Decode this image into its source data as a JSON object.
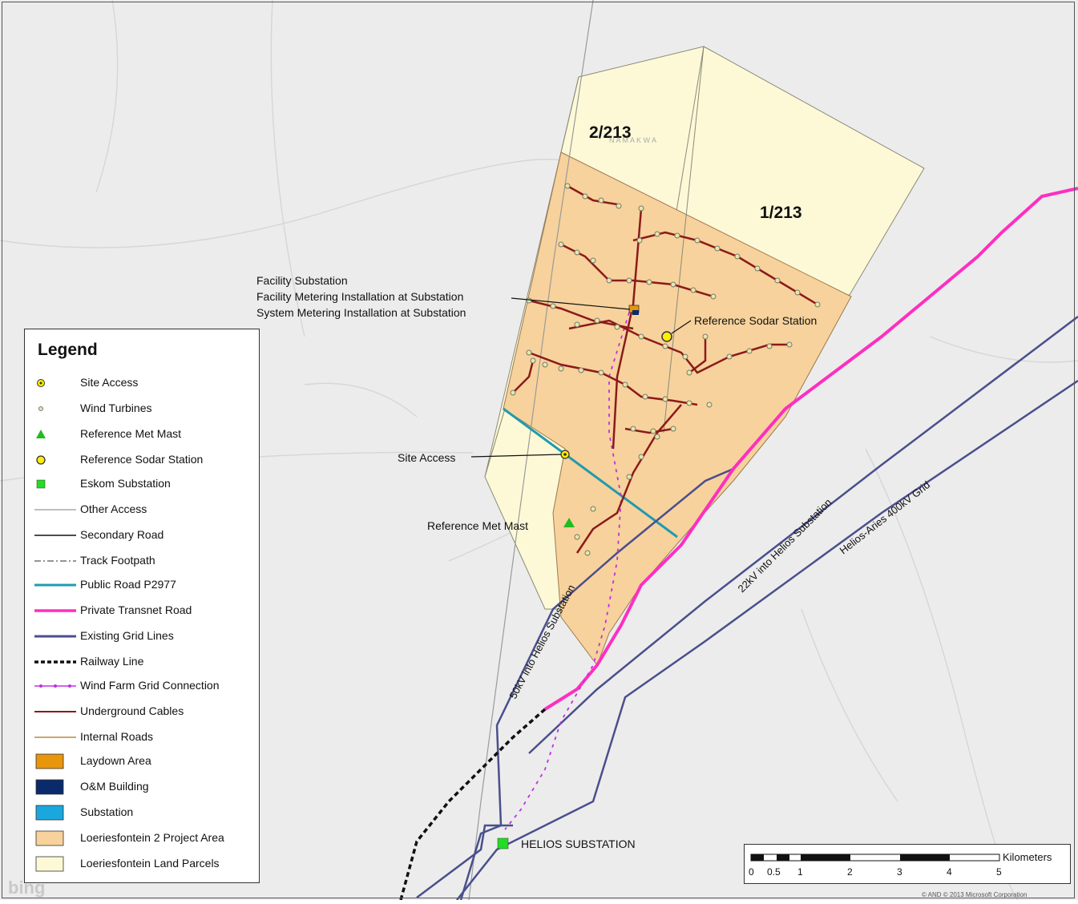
{
  "map": {
    "parcels": [
      {
        "label": "2/213"
      },
      {
        "label": "1/213"
      }
    ],
    "region_label": "N  A  M  A  K  W  A",
    "callouts": {
      "facility_substation_lines": [
        "Facility Substation",
        "Facility Metering Installation at Substation",
        "System Metering Installation at Substation"
      ],
      "reference_sodar": "Reference Sodar Station",
      "site_access": "Site Access",
      "reference_met_mast": "Reference Met Mast",
      "helios_substation": "HELIOS SUBSTATION"
    },
    "line_labels": {
      "kv50": "50kV into Helios Substation",
      "kv22": "22kV into Helios Substation",
      "kv400": "Helios-Aries 400kV Grid"
    },
    "credit": "© AND © 2013 Microsoft Corporation",
    "watermark": "bing"
  },
  "legend": {
    "title": "Legend",
    "items": [
      {
        "label": "Site Access",
        "symbol": "site-access-icon"
      },
      {
        "label": "Wind Turbines",
        "symbol": "wind-turbine-icon"
      },
      {
        "label": "Reference Met Mast",
        "symbol": "triangle-icon"
      },
      {
        "label": "Reference Sodar Station",
        "symbol": "circle-icon"
      },
      {
        "label": "Eskom Substation",
        "symbol": "square-icon"
      },
      {
        "label": "Other Access",
        "symbol": "line-other-access"
      },
      {
        "label": "Secondary Road",
        "symbol": "line-secondary-road"
      },
      {
        "label": "Track Footpath",
        "symbol": "line-track-footpath"
      },
      {
        "label": "Public Road P2977",
        "symbol": "line-public-road"
      },
      {
        "label": "Private Transnet Road",
        "symbol": "line-transnet-road"
      },
      {
        "label": "Existing Grid Lines",
        "symbol": "line-grid"
      },
      {
        "label": "Railway Line",
        "symbol": "line-railway"
      },
      {
        "label": "Wind Farm Grid Connection",
        "symbol": "line-grid-connection"
      },
      {
        "label": "Underground Cables",
        "symbol": "line-cables"
      },
      {
        "label": "Internal Roads",
        "symbol": "line-internal-roads"
      },
      {
        "label": "Laydown Area",
        "symbol": "fill-laydown"
      },
      {
        "label": "O&M Building",
        "symbol": "fill-om-building"
      },
      {
        "label": "Substation",
        "symbol": "fill-substation"
      },
      {
        "label": "Loeriesfontein 2 Project Area",
        "symbol": "fill-project-area"
      },
      {
        "label": "Loeriesfontein Land Parcels",
        "symbol": "fill-land-parcels"
      }
    ]
  },
  "scale_bar": {
    "unit": "Kilometers",
    "ticks": [
      "0",
      "0.5",
      "1",
      "2",
      "3",
      "4",
      "5"
    ]
  },
  "colors": {
    "background": "#ececec",
    "land_parcel": "#fdf9d7",
    "project_area": "#f7d29c",
    "cables": "#8b1a1a",
    "turbine": "#e8e8a0",
    "transnet_road": "#ff2ec0",
    "grid_lines": "#4a4f8c",
    "grid_connection": "#c030e0",
    "public_road": "#1f9bb0",
    "laydown": "#e8960c",
    "om_building": "#0a2a6b",
    "substation": "#1aa7de",
    "eskom": "#22dd22",
    "met_mast": "#22bb22",
    "sodar": "#ffee00"
  }
}
